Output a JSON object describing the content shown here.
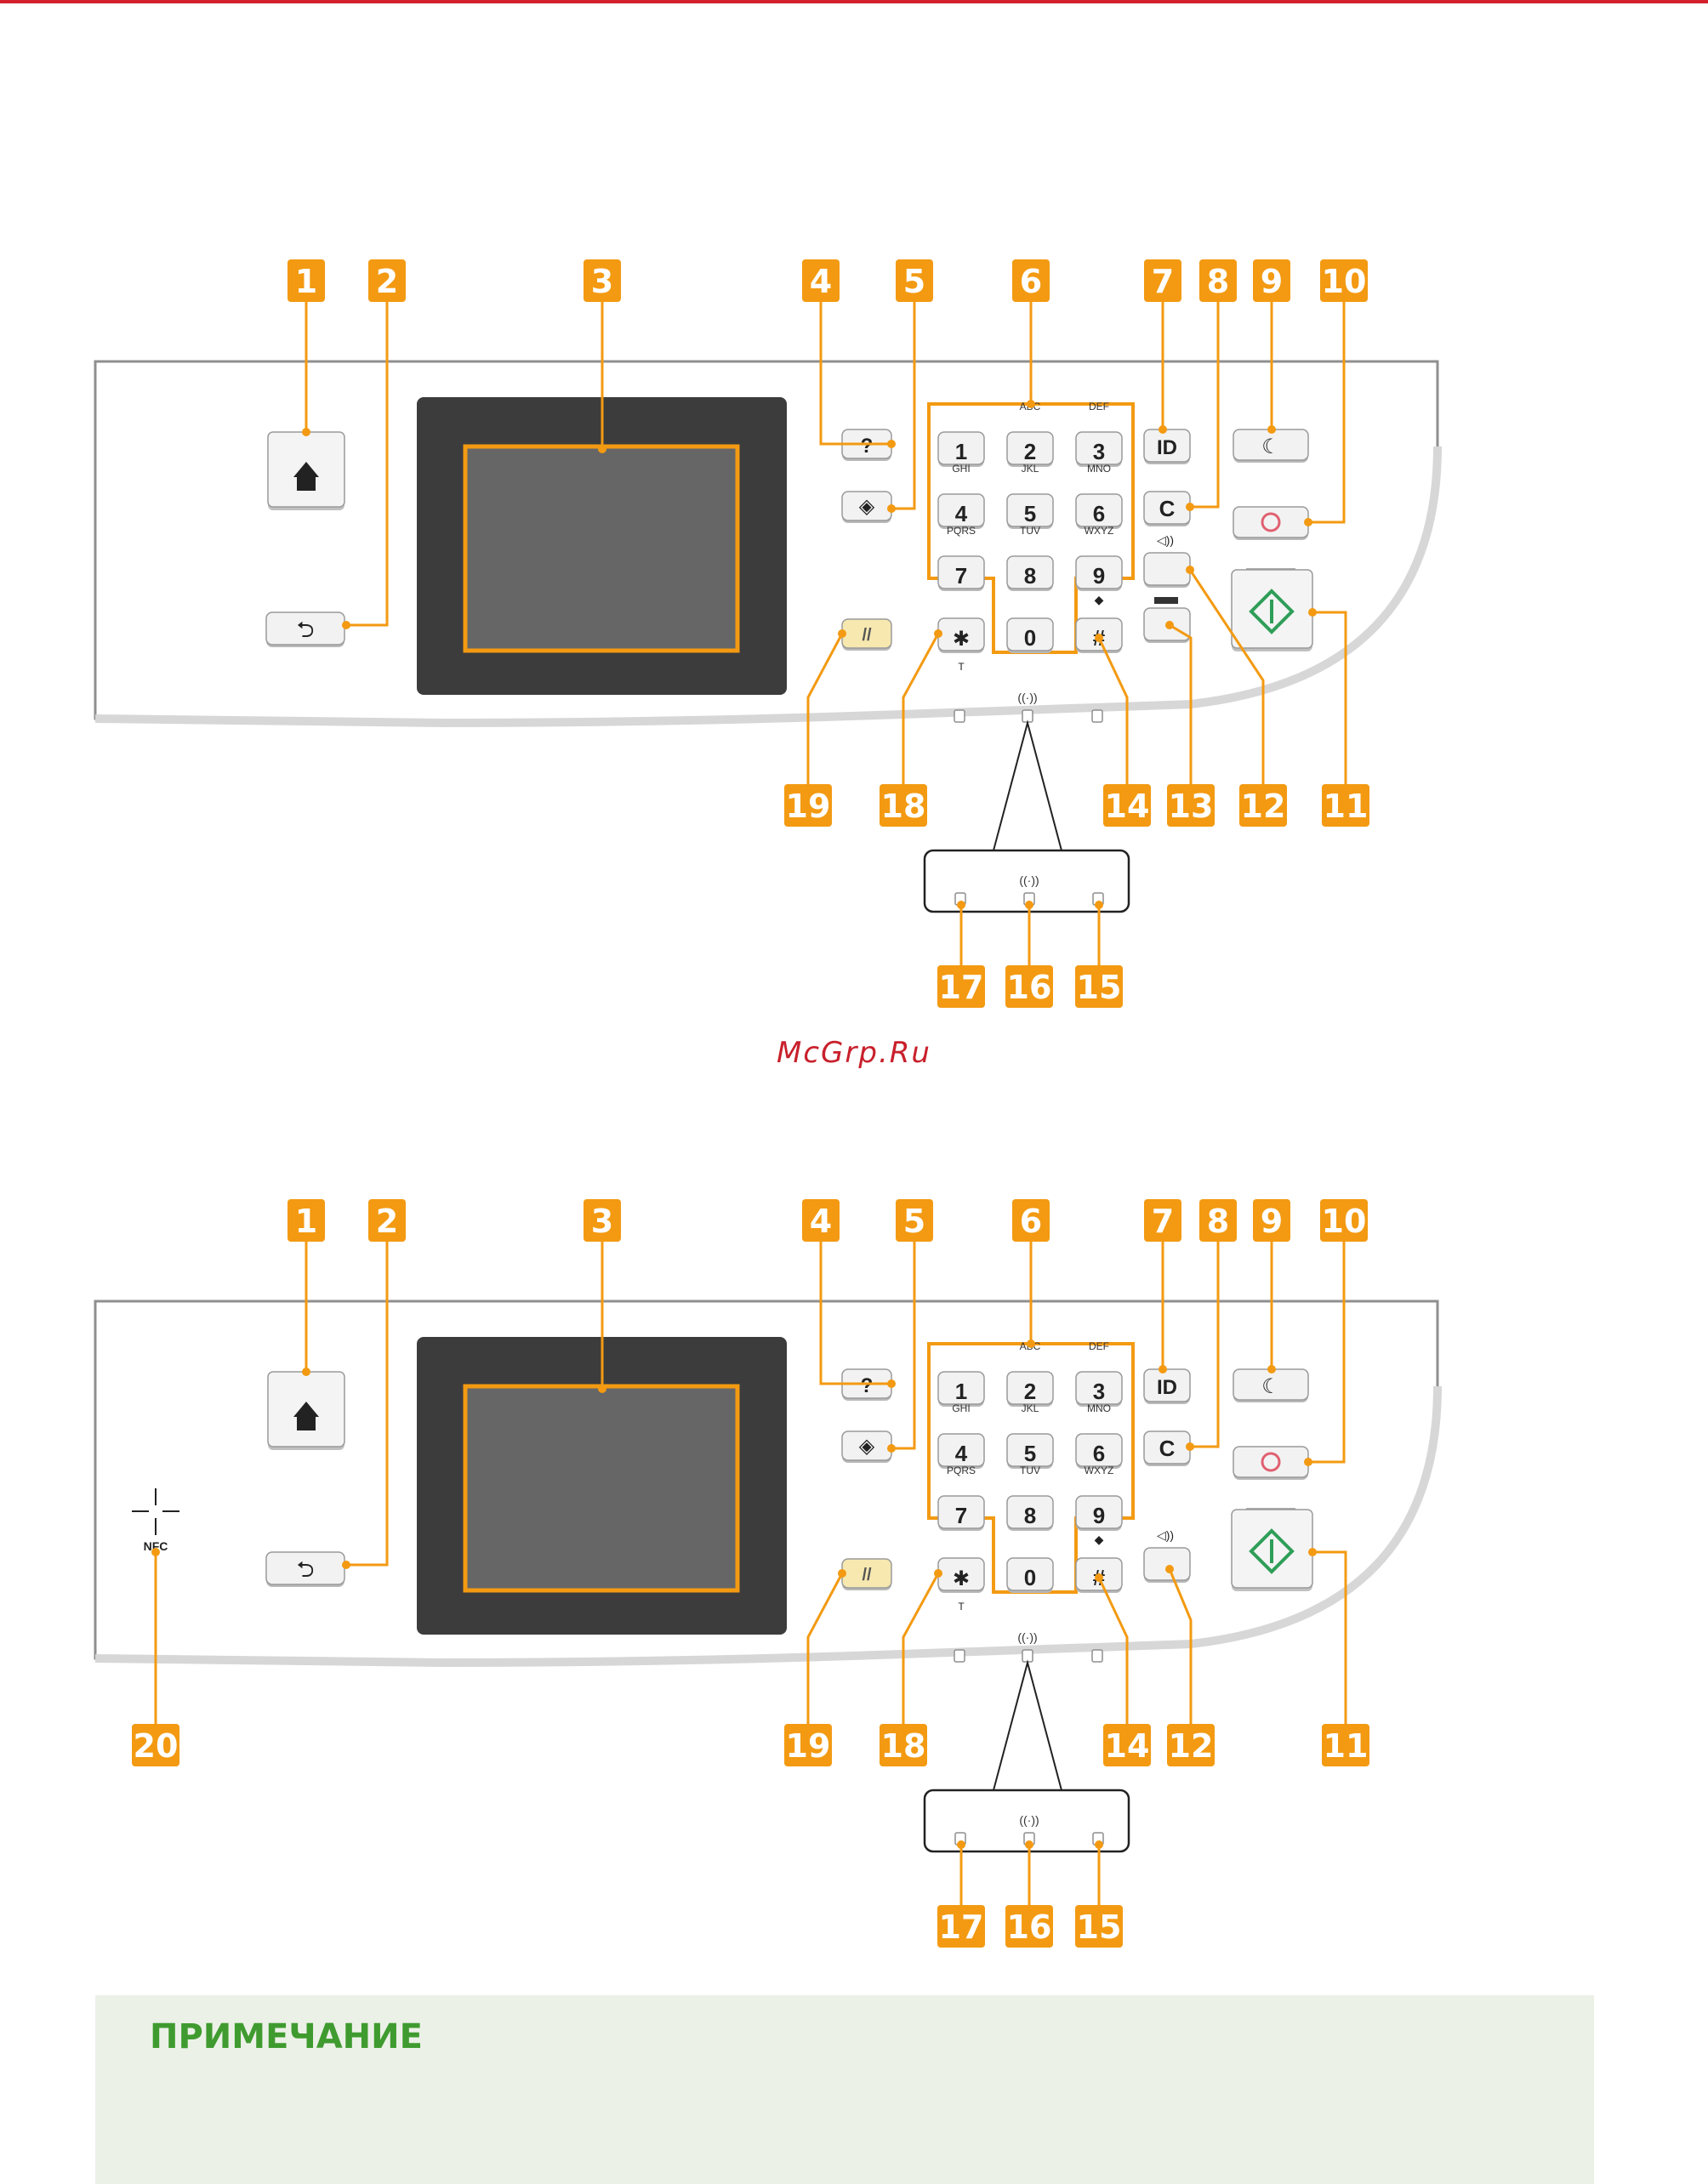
{
  "keypad": {
    "digits": [
      "1",
      "2",
      "3",
      "4",
      "5",
      "6",
      "7",
      "8",
      "9",
      "0"
    ],
    "letters": [
      "",
      "ABC",
      "DEF",
      "GHI",
      "JKL",
      "MNO",
      "PQRS",
      "TUV",
      "WXYZ"
    ],
    "star": "*",
    "star_sub": "T",
    "hash": "#",
    "hash_sup": "◆",
    "help": "?",
    "id": "ID",
    "clear": "C",
    "nfc": "NFC"
  },
  "callouts_top": [
    "1",
    "2",
    "3",
    "4",
    "5",
    "6",
    "7",
    "8",
    "9",
    "10",
    "11",
    "12",
    "13",
    "14",
    "15",
    "16",
    "17",
    "18",
    "19"
  ],
  "callouts_bottom": [
    "1",
    "2",
    "3",
    "4",
    "5",
    "6",
    "7",
    "8",
    "9",
    "10",
    "11",
    "12",
    "14",
    "15",
    "16",
    "17",
    "18",
    "19",
    "20"
  ],
  "watermark": "McGrp.Ru",
  "note_title": "ПРИМЕЧАНИЕ",
  "colors": {
    "accent": "#f39a12",
    "brand": "#d4202c",
    "note_bg": "#ecf1e8",
    "note_title": "#3f9b2f"
  }
}
